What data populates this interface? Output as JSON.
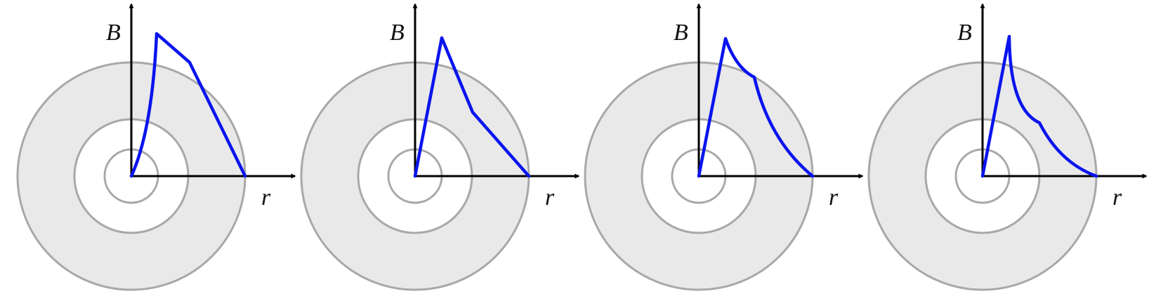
{
  "colors": {
    "outer_disk_fill": "#e9e9e9",
    "inner_disk_fill": "#ffffff",
    "ring_stroke": "#a8a8a8",
    "axis": "#000000",
    "curve": "#0a14ee"
  },
  "panels": [
    {
      "y_label": "B",
      "x_label": "r",
      "outer_segment_shape": "straight",
      "inner_segment_shape": "concave-up"
    },
    {
      "y_label": "B",
      "x_label": "r",
      "outer_segment_shape": "straight",
      "inner_segment_shape": "straight"
    },
    {
      "y_label": "B",
      "x_label": "r",
      "outer_segment_shape": "convex",
      "inner_segment_shape": "straight"
    },
    {
      "y_label": "B",
      "x_label": "r",
      "outer_segment_shape": "convex",
      "inner_segment_shape": "straight"
    }
  ]
}
